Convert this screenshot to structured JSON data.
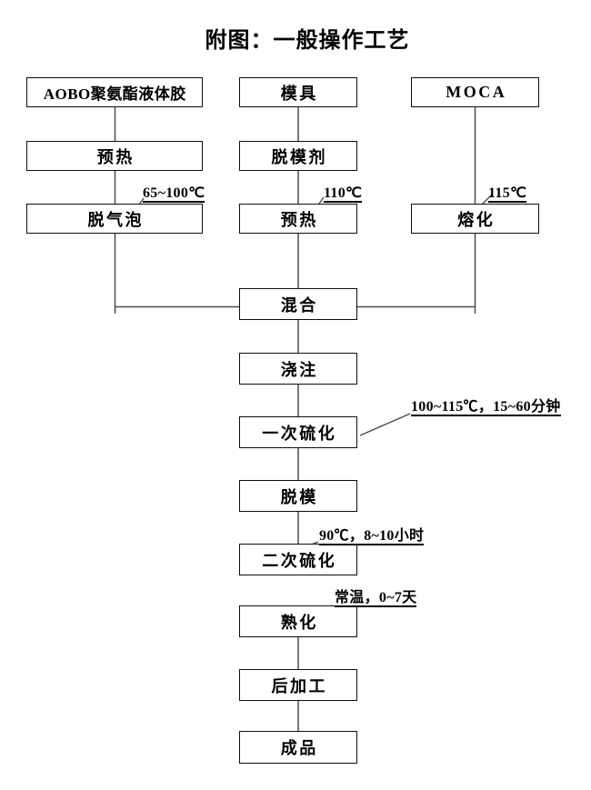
{
  "title": "附图：一般操作工艺",
  "boxes": {
    "aobo": "AOBO聚氨酯液体胶",
    "preheat_left": "预热",
    "degas": "脱气泡",
    "mold": "模具",
    "release_agent": "脱模剂",
    "preheat_mid": "预热",
    "moca": "MOCA",
    "melt": "熔化",
    "mix": "混合",
    "pour": "浇注",
    "first_cure": "一次硫化",
    "demold": "脱模",
    "second_cure": "二次硫化",
    "aging": "熟化",
    "post_process": "后加工",
    "finished": "成品"
  },
  "annotations": {
    "degas_temp": {
      "text": "65~100℃",
      "attached_to": "degas"
    },
    "preheat_mid_temp": {
      "text": "110℃",
      "attached_to": "preheat_mid"
    },
    "melt_temp": {
      "text": "115℃",
      "attached_to": "melt"
    },
    "first_cure_cond": {
      "text": "100~115℃，15~60分钟",
      "attached_to": "first_cure"
    },
    "second_cure_cond": {
      "text": "90℃，8~10小时",
      "attached_to": "second_cure"
    },
    "aging_cond": {
      "text": "常温，0~7天",
      "attached_to": "aging"
    }
  },
  "edges": [
    [
      "aobo",
      "preheat_left"
    ],
    [
      "preheat_left",
      "degas"
    ],
    [
      "degas",
      "mix"
    ],
    [
      "mold",
      "release_agent"
    ],
    [
      "release_agent",
      "preheat_mid"
    ],
    [
      "preheat_mid",
      "mix"
    ],
    [
      "moca",
      "melt"
    ],
    [
      "melt",
      "mix"
    ],
    [
      "mix",
      "pour"
    ],
    [
      "pour",
      "first_cure"
    ],
    [
      "first_cure",
      "demold"
    ],
    [
      "demold",
      "second_cure"
    ],
    [
      "second_cure",
      "aging"
    ],
    [
      "aging",
      "post_process"
    ],
    [
      "post_process",
      "finished"
    ]
  ],
  "colors": {
    "background": "#ffffff",
    "text": "#000000",
    "box_border": "#0d0d0d",
    "connector_line": "#4a4a4a"
  }
}
